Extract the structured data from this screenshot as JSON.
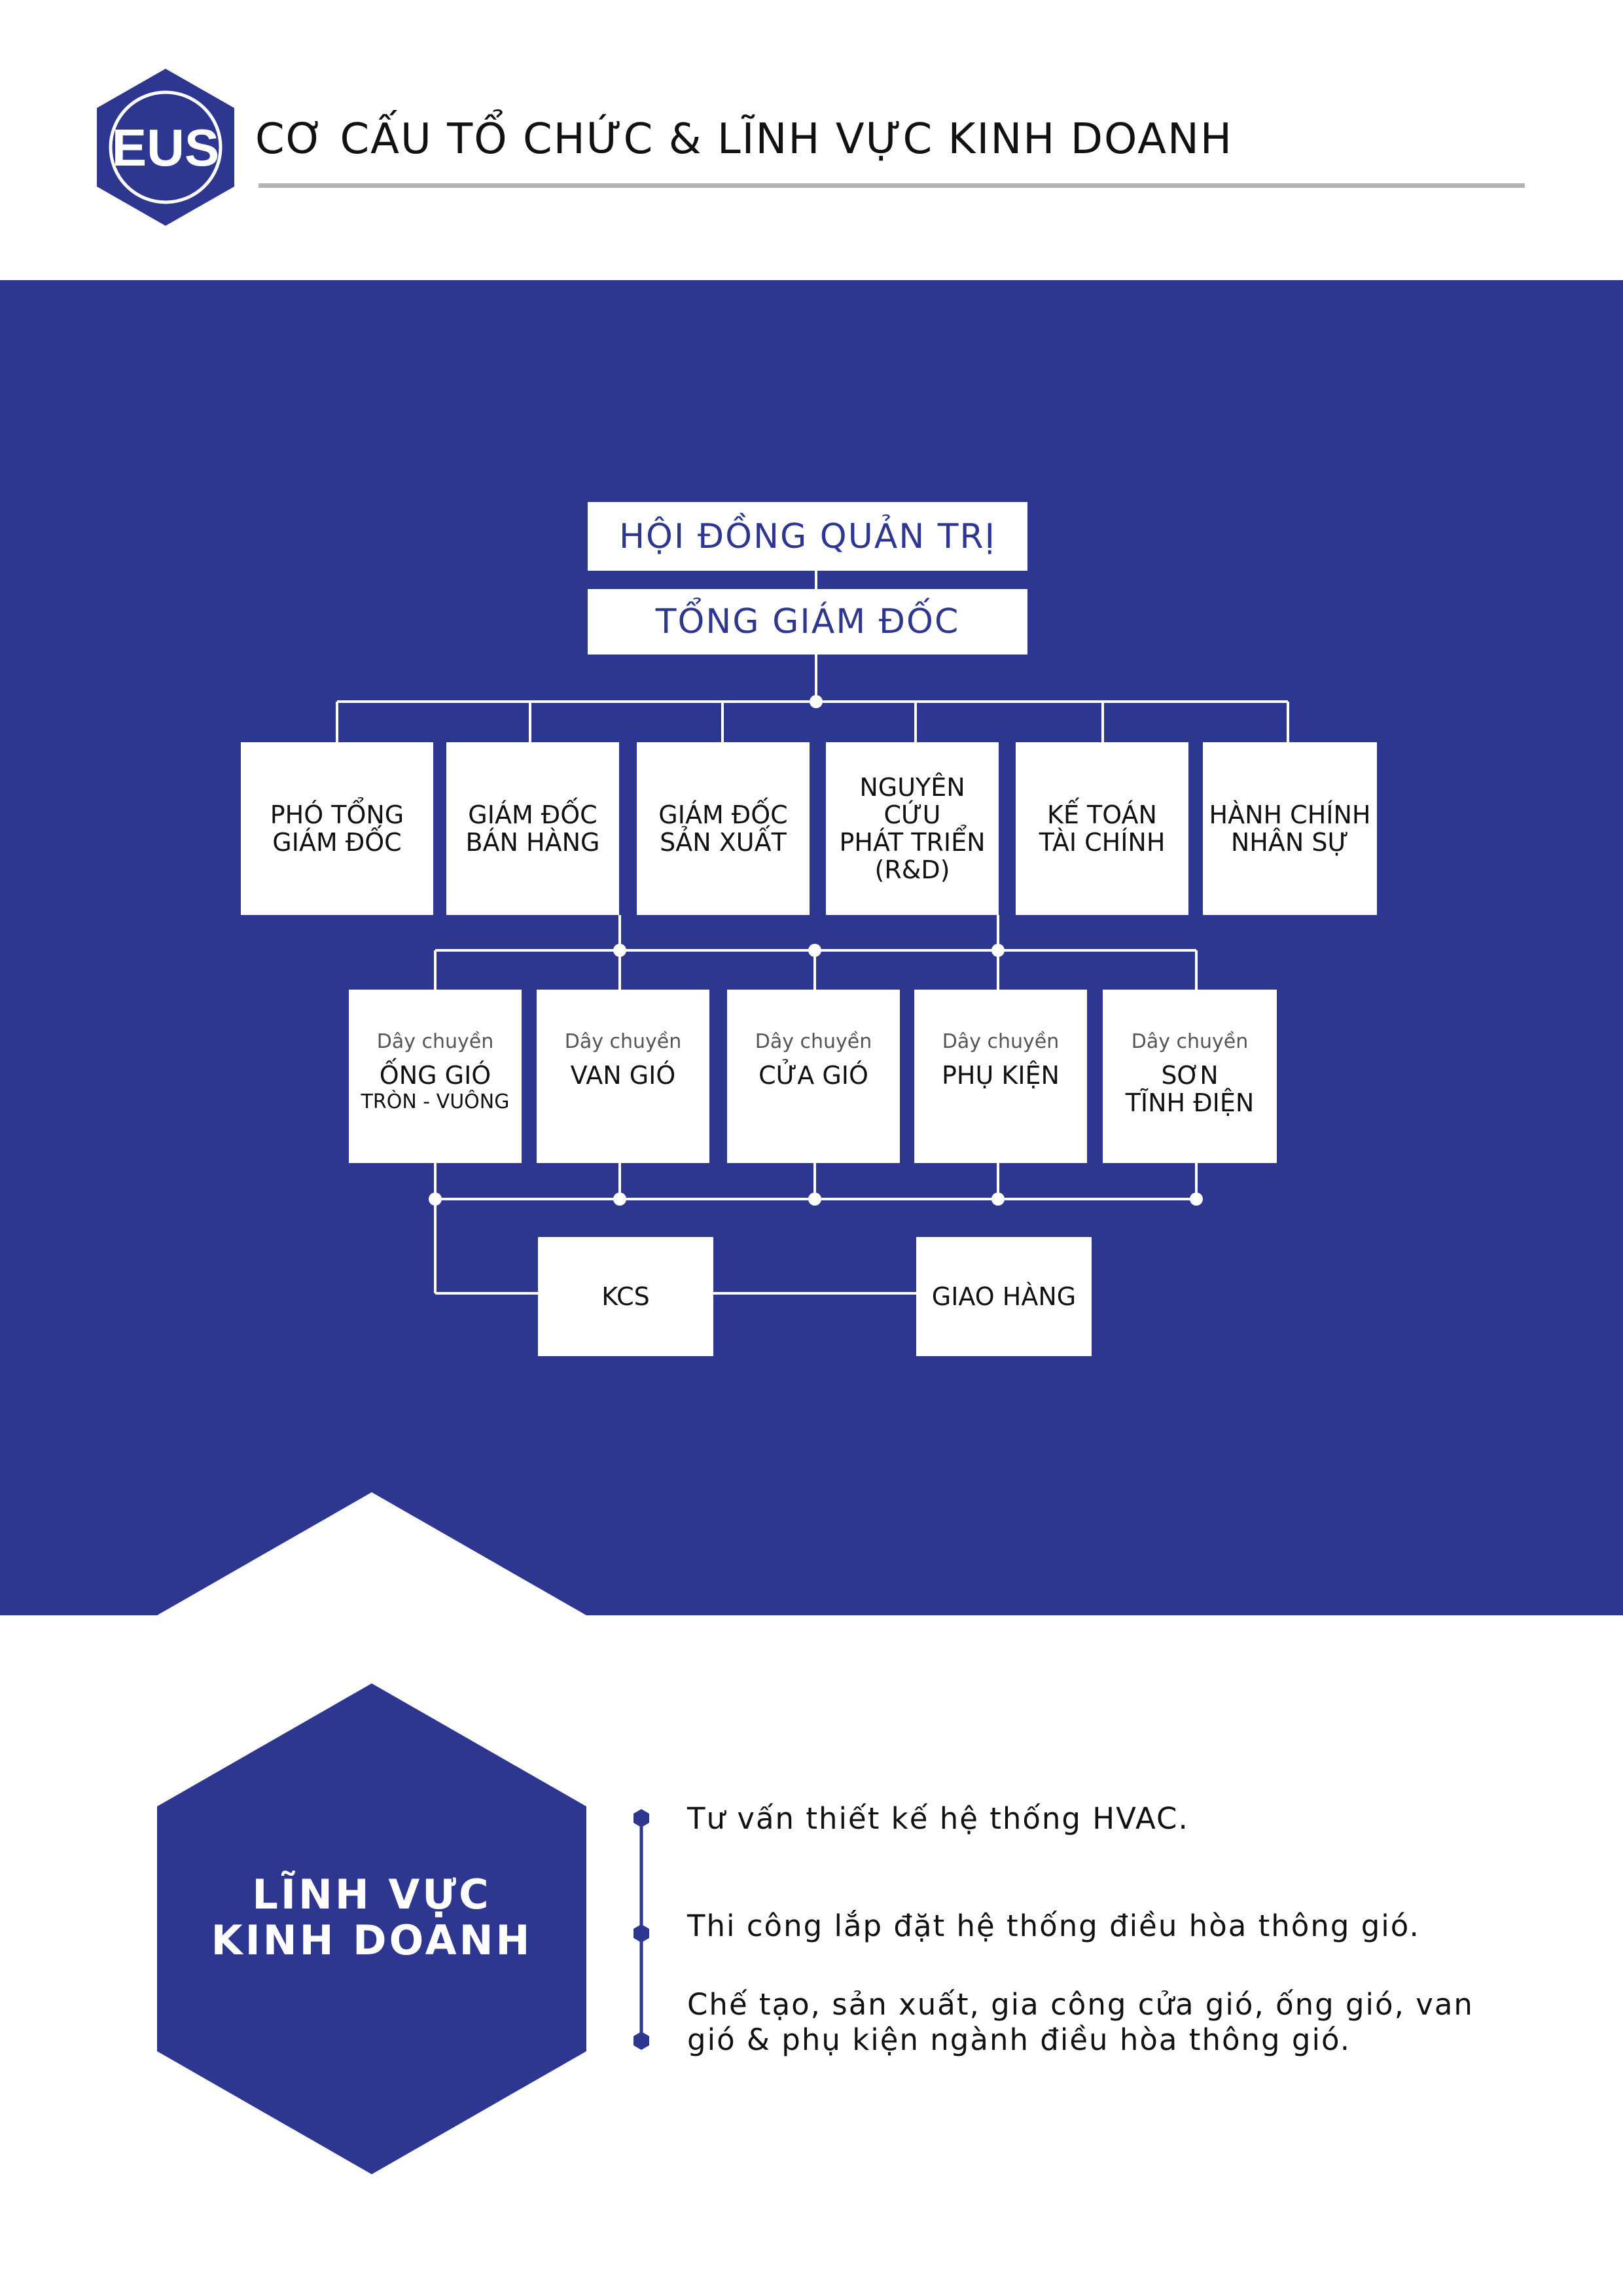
{
  "header": {
    "logo_text": "EUS",
    "title": "CƠ CẤU TỔ CHỨC & LĨNH VỰC KINH DOANH"
  },
  "org_chart": {
    "board": "HỘI ĐỒNG QUẢN TRỊ",
    "ceo": "TỔNG GIÁM ĐỐC",
    "departments": [
      [
        "PHÓ TỔNG",
        "GIÁM ĐỐC"
      ],
      [
        "GIÁM ĐỐC",
        "BÁN HÀNG"
      ],
      [
        "GIÁM ĐỐC",
        "SẢN XUẤT"
      ],
      [
        "NGUYÊN CỨU",
        "PHÁT TRIỂN",
        "(R&D)"
      ],
      [
        "KẾ TOÁN",
        "TÀI CHÍNH"
      ],
      [
        "HÀNH CHÍNH",
        "NHÂN SỰ"
      ]
    ],
    "line_prefix": "Dây chuyền",
    "lines": [
      {
        "name": "ỐNG GIÓ",
        "sub": "TRÒN - VUÔNG"
      },
      {
        "name": "VAN GIÓ",
        "sub": ""
      },
      {
        "name": "CỬA GIÓ",
        "sub": ""
      },
      {
        "name": "PHỤ KIỆN",
        "sub": ""
      },
      {
        "name": "SƠN",
        "sub": "TĨNH ĐIỆN"
      }
    ],
    "kcs": "KCS",
    "delivery": "GIAO HÀNG"
  },
  "business": {
    "title": [
      "LĨNH VỰC",
      "KINH DOANH"
    ],
    "items": [
      [
        "Tư vấn thiết kế hệ thống HVAC."
      ],
      [
        "Thi công lắp đặt hệ thống điều hòa thông gió."
      ],
      [
        "Chế tạo, sản xuất, gia công cửa gió, ống gió, van",
        "gió & phụ kiện ngành điều hòa thông gió."
      ]
    ]
  },
  "colors": {
    "brand_blue": "#2e3790",
    "rule_gray": "#b3b3b3"
  }
}
